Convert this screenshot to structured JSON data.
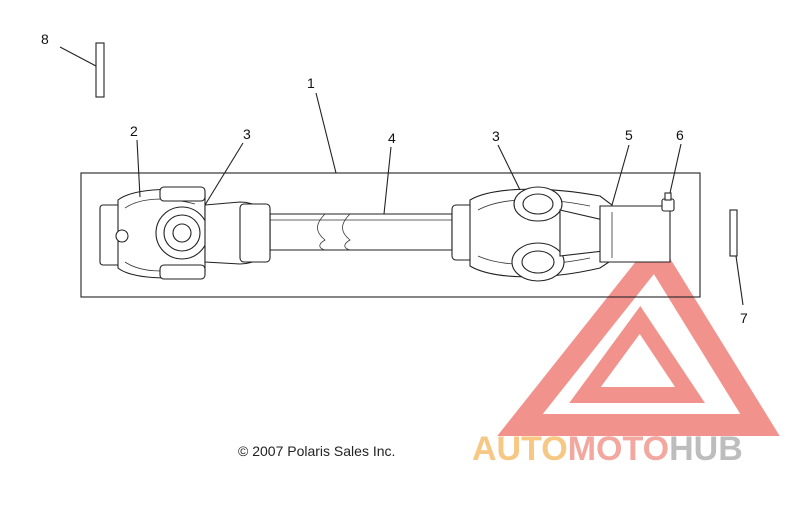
{
  "diagram": {
    "callouts": [
      {
        "id": "callout-1",
        "text": "1"
      },
      {
        "id": "callout-2",
        "text": "2"
      },
      {
        "id": "callout-3a",
        "text": "3"
      },
      {
        "id": "callout-3b",
        "text": "3"
      },
      {
        "id": "callout-4",
        "text": "4"
      },
      {
        "id": "callout-5",
        "text": "5"
      },
      {
        "id": "callout-6",
        "text": "6"
      },
      {
        "id": "callout-7",
        "text": "7"
      },
      {
        "id": "callout-8",
        "text": "8"
      }
    ],
    "copyright": "© 2007 Polaris Sales Inc."
  },
  "watermark": {
    "part1": "AUTO",
    "part2": "MOTO",
    "part3": "HUB",
    "colors": {
      "auto": "#f7c784",
      "moto": "#f2a79f",
      "hub": "#bdbdbd",
      "triangle": "#f07f78"
    }
  }
}
